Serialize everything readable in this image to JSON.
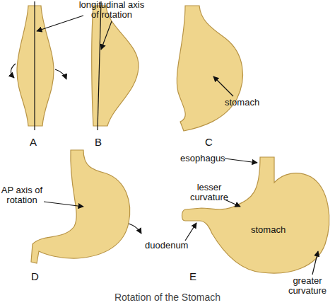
{
  "diagram": {
    "caption": "Rotation of the Stomach",
    "labels": [
      "longitudinal axis of rotation",
      "A",
      "B",
      "stomach",
      "C",
      "esophagus",
      "AP axis of rotation",
      "lesser curvature",
      "stomach",
      "duodenum",
      "D",
      "E",
      "greater curvature"
    ]
  }
}
